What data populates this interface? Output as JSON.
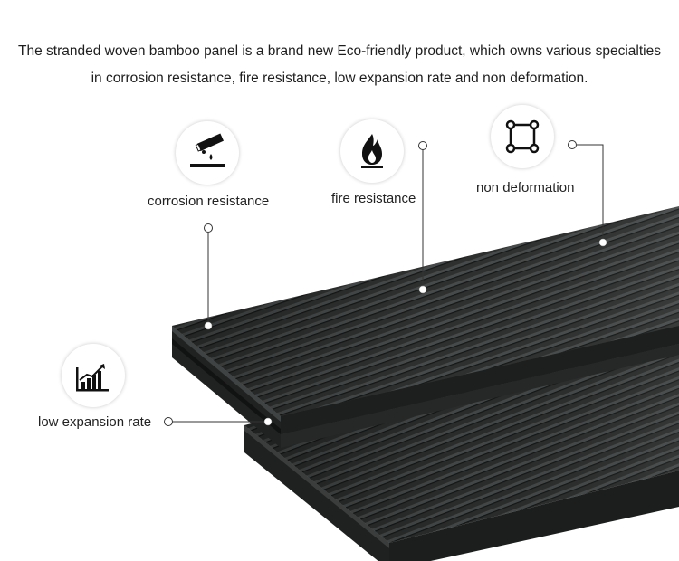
{
  "intro": {
    "line1": "The stranded woven bamboo panel is a brand new Eco-friendly product, which owns various specialties",
    "line2": "in corrosion resistance, fire resistance, low expansion rate and non deformation."
  },
  "features": {
    "corrosion": {
      "label": "corrosion resistance",
      "icon": "corrosion-icon"
    },
    "fire": {
      "label": "fire resistance",
      "icon": "flame-icon"
    },
    "deformation": {
      "label": "non deformation",
      "icon": "square-nodes-icon"
    },
    "expansion": {
      "label": "low expansion rate",
      "icon": "rising-chart-icon"
    }
  },
  "colors": {
    "panel": "#2b2d2d",
    "panel_dark": "#1a1b1b",
    "leader": "#333333",
    "icon_circle_border": "#dddddd"
  }
}
